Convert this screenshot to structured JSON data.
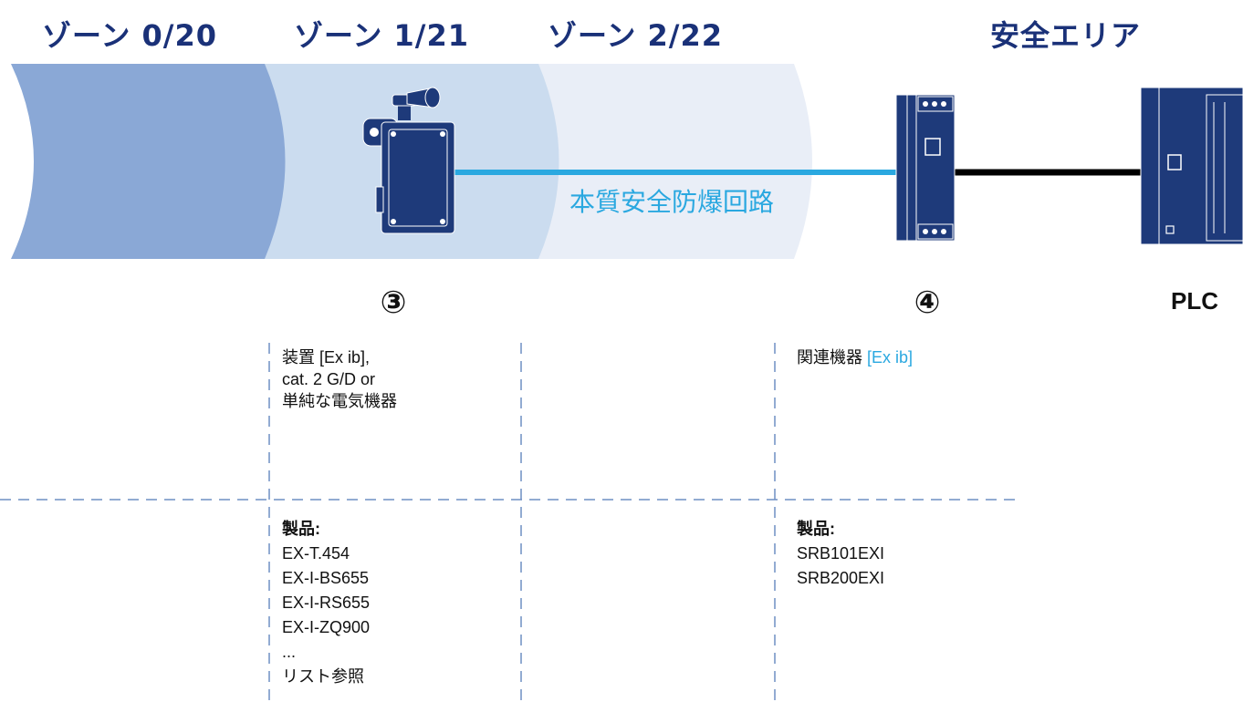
{
  "zones": {
    "zone0": "ゾーン 0/20",
    "zone1": "ゾーン 1/21",
    "zone2": "ゾーン 2/22",
    "safe": "安全エリア"
  },
  "circuit_label": "本質安全防爆回路",
  "markers": {
    "m3": "③",
    "m4": "④",
    "plc": "PLC"
  },
  "device3": {
    "desc_lines": [
      "装置 [Ex ib],",
      "cat. 2 G/D or",
      "単純な電気機器"
    ],
    "products_heading": "製品:",
    "products": [
      "EX-T.454",
      "EX-I-BS655",
      "EX-I-RS655",
      "EX-I-ZQ900",
      "...",
      "リスト参照"
    ]
  },
  "device4": {
    "desc": "関連機器",
    "desc_accent": "[Ex ib]",
    "products_heading": "製品:",
    "products": [
      "SRB101EXI",
      "SRB200EXI"
    ]
  },
  "colors": {
    "zone0": "#8aa8d6",
    "zone1": "#cbdcef",
    "zone2": "#e9eef7",
    "title": "#1a3178",
    "device": "#1e3a7a",
    "circuit": "#2aa8e0",
    "dash": "#6f8fc4"
  }
}
